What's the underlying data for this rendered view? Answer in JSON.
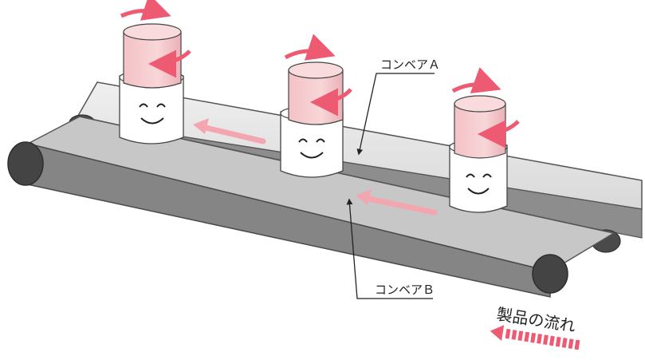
{
  "labels": {
    "conveyor_a": "コンベアＡ",
    "conveyor_b": "コンベアＢ",
    "product_flow": "製品の流れ"
  },
  "colors": {
    "belt_top": "#e6e6e6",
    "belt_front": "#8c8c8c",
    "belt_dark": "#5a5a5a",
    "roller": "#4a4a4a",
    "cylinder_pink": "#f6c9cb",
    "cylinder_pink_dark": "#e9a9ad",
    "rotation_arrow": "#ee5a72",
    "flow_arrow": "#f4a6b0",
    "text": "#222222"
  }
}
